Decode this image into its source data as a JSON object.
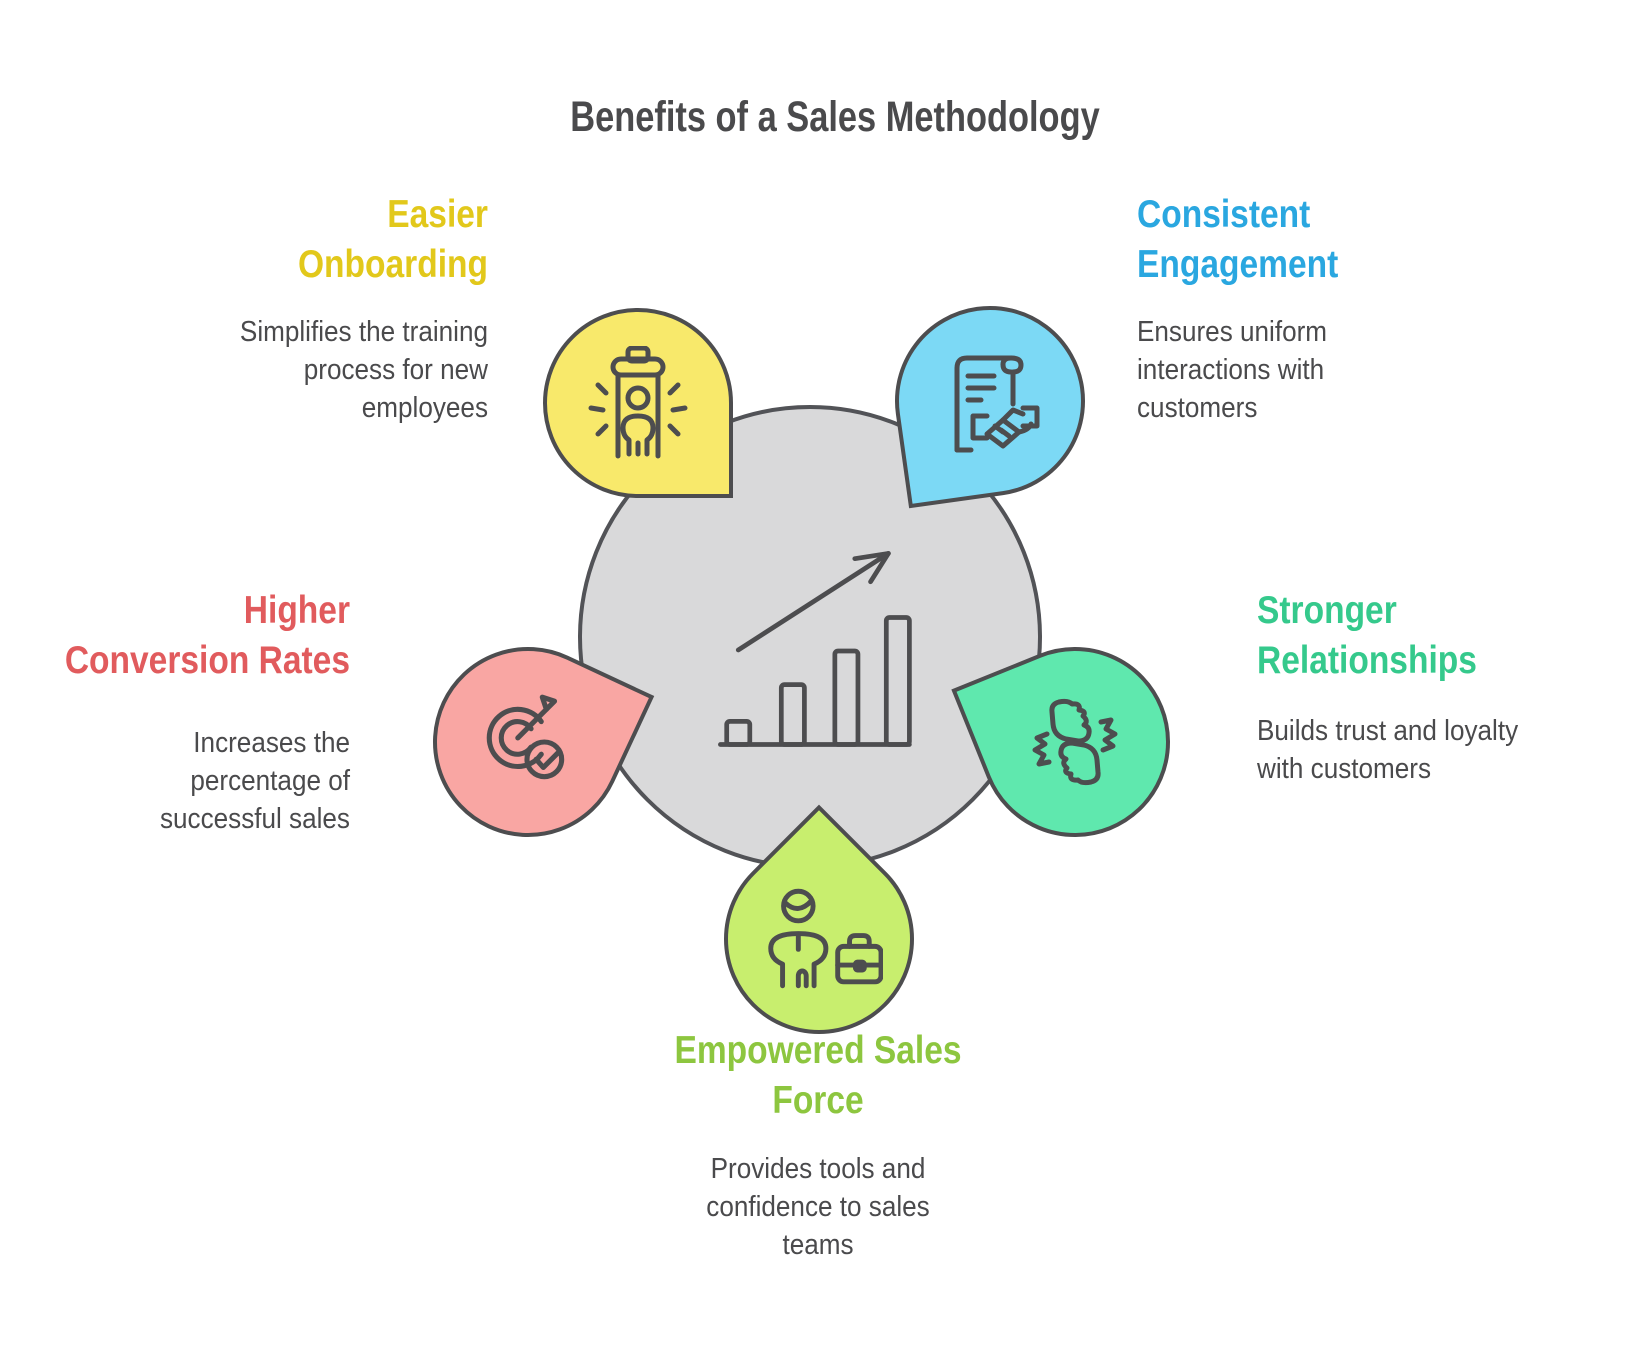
{
  "page": {
    "title": "Benefits of a Sales Methodology",
    "background_color": "#FFFFFF",
    "text_color": "#4A4A4C",
    "outline_color": "#4D4D4F"
  },
  "center": {
    "icon": "rising-bar-chart-icon",
    "fill_color": "#D9D9DA"
  },
  "benefits": [
    {
      "id": "easier-onboarding",
      "title": "Easier\nOnboarding",
      "description": "Simplifies the training\nprocess for new\nemployees",
      "title_color": "#E2C81B",
      "bubble_color": "#F8E96B",
      "icon": "employee-scanner-icon",
      "position": "top-left"
    },
    {
      "id": "consistent-engagement",
      "title": "Consistent\nEngagement",
      "description": "Ensures uniform\ninteractions with\ncustomers",
      "title_color": "#2AA7E0",
      "bubble_color": "#7CD9F5",
      "icon": "contract-handshake-icon",
      "position": "top-right"
    },
    {
      "id": "higher-conversion-rates",
      "title": "Higher\nConversion Rates",
      "description": "Increases the\npercentage of\nsuccessful sales",
      "title_color": "#E15B5D",
      "bubble_color": "#F9A6A3",
      "icon": "target-check-icon",
      "position": "left"
    },
    {
      "id": "stronger-relationships",
      "title": "Stronger\nRelationships",
      "description": "Builds trust and loyalty\nwith customers",
      "title_color": "#35C98C",
      "bubble_color": "#5FE8AE",
      "icon": "fist-bump-icon",
      "position": "right"
    },
    {
      "id": "empowered-sales-force",
      "title": "Empowered Sales\nForce",
      "description": "Provides tools and\nconfidence to sales\nteams",
      "title_color": "#8DC63F",
      "bubble_color": "#C8EE6E",
      "icon": "salesperson-briefcase-icon",
      "position": "bottom"
    }
  ]
}
